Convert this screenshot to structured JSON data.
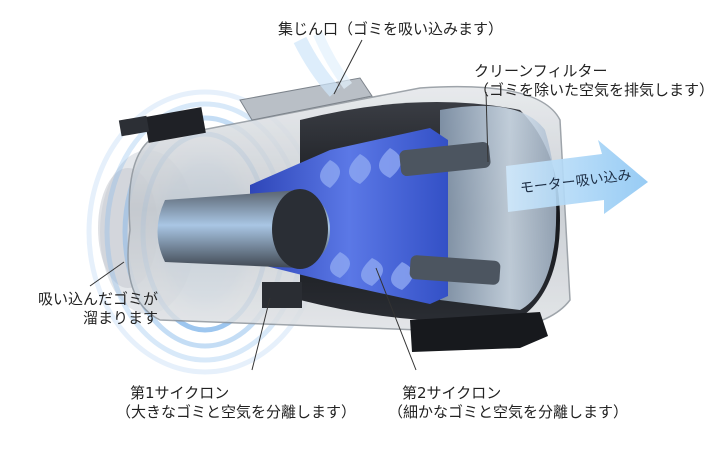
{
  "labels": {
    "dust_inlet": "集じん口（ゴミを吸い込みます）",
    "clean_filter_line1": "クリーンフィルター",
    "clean_filter_line2": "（ゴミを除いた空気を排気します）",
    "motor_intake": "モーター吸い込み",
    "collected_dust_line1": "吸い込んだゴミが",
    "collected_dust_line2": "溜まります",
    "first_cyclone_line1": "第1サイクロン",
    "first_cyclone_line2": "（大きなゴミと空気を分離します）",
    "second_cyclone_line1": "第2サイクロン",
    "second_cyclone_line2": "（細かなゴミと空気を分離します）"
  },
  "colors": {
    "cyclone_blue": "#3f5fd6",
    "airflow_blue": "#7fb2ea",
    "arrow_blue": "#a9d5f6",
    "housing_dark": "#1b1d22",
    "housing_clear": "#c9ced4"
  }
}
